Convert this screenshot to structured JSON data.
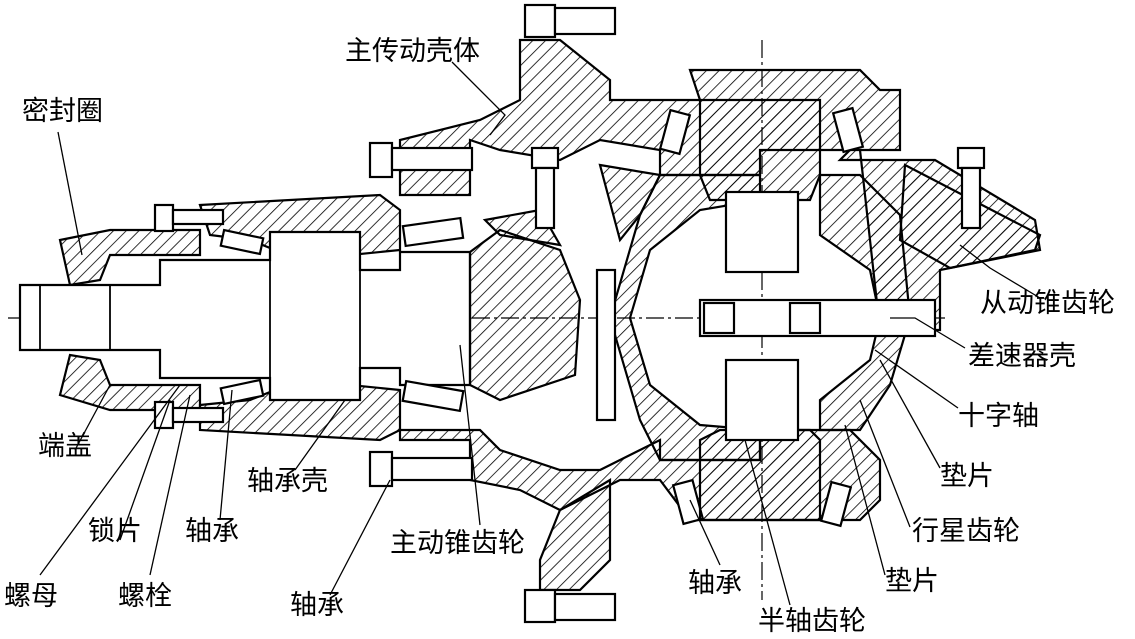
{
  "labels": {
    "main_housing": "主传动壳体",
    "seal_ring": "密封圈",
    "end_cover": "端盖",
    "lock_plate": "锁片",
    "nut": "螺母",
    "bolt": "螺栓",
    "bearing_left": "轴承",
    "bearing_housing": "轴承壳",
    "bearing_lower": "轴承",
    "drive_bevel_gear": "主动锥齿轮",
    "bearing_bottom": "轴承",
    "side_gear": "半轴齿轮",
    "driven_bevel_gear": "从动锥齿轮",
    "diff_case": "差速器壳",
    "cross_shaft": "十字轴",
    "washer_upper": "垫片",
    "planet_gear": "行星齿轮",
    "washer_lower": "垫片"
  }
}
